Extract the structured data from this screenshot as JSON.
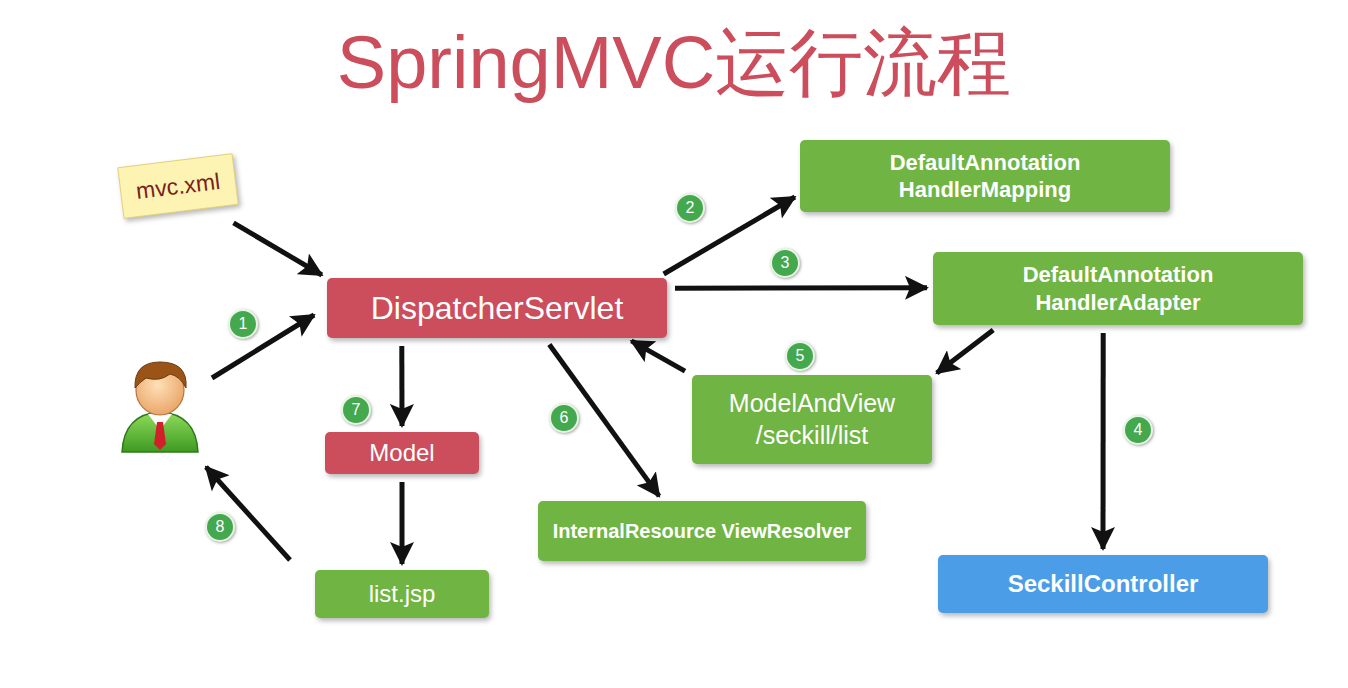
{
  "diagram": {
    "title": "SpringMVC运行流程",
    "nodes": [
      {
        "text": [
          "mvc.xml"
        ]
      },
      {
        "text": [
          "DispatcherServlet"
        ]
      },
      {
        "text": [
          "DefaultAnnotation HandlerMapping"
        ]
      },
      {
        "text": [
          "DefaultAnnotation HandlerAdapter"
        ]
      },
      {
        "text": [
          "ModelAndView /seckill/list"
        ]
      },
      {
        "text": [
          "Model"
        ]
      },
      {
        "text": [
          "InternalResource ViewResolver"
        ]
      },
      {
        "text": [
          "list.jsp"
        ]
      },
      {
        "text": [
          "SeckillController"
        ]
      }
    ],
    "edges": [
      {
        "from": 0,
        "to": 1,
        "arrow": "to"
      },
      {
        "from": 1,
        "to": 2,
        "label": "2",
        "arrow": "to"
      },
      {
        "from": 1,
        "to": 3,
        "label": "3",
        "arrow": "to"
      },
      {
        "from": 3,
        "to": 8,
        "label": "4",
        "arrow": "to"
      },
      {
        "from": 3,
        "to": 4,
        "arrow": "to"
      },
      {
        "from": 4,
        "to": 1,
        "label": "5",
        "arrow": "to"
      },
      {
        "from": 1,
        "to": 6,
        "label": "6",
        "arrow": "to"
      },
      {
        "from": 1,
        "to": 5,
        "label": "7",
        "arrow": "to"
      },
      {
        "from": 5,
        "to": 7,
        "arrow": "to"
      }
    ],
    "labels": [
      "1",
      "8"
    ]
  }
}
